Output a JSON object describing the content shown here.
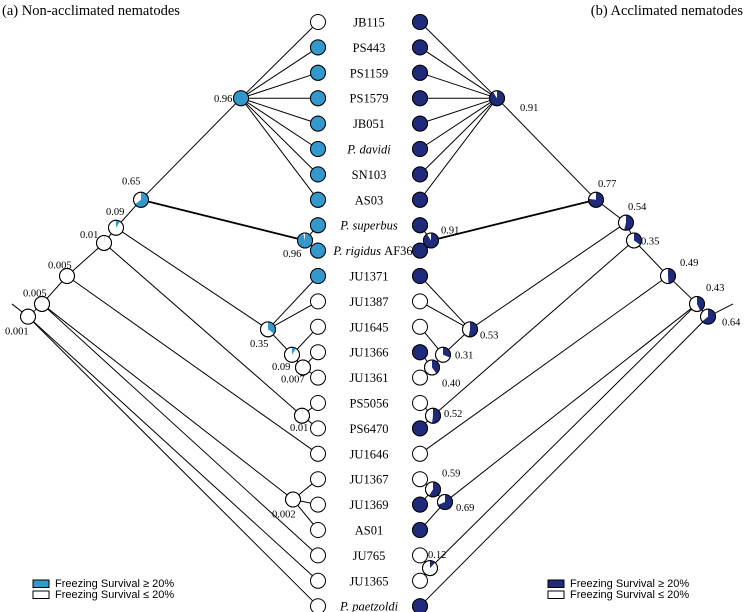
{
  "titles": {
    "left": "(a) Non-acclimated nematodes",
    "right": "(b) Acclimated nematodes"
  },
  "colors": {
    "non_acclimated": "#3399cc",
    "acclimated": "#1f2a7a",
    "empty": "#ffffff",
    "line": "#000000"
  },
  "taxa": [
    {
      "label": "JB115",
      "italic": false,
      "left": 0,
      "right": 1
    },
    {
      "label": "PS443",
      "italic": false,
      "left": 1,
      "right": 1
    },
    {
      "label": "PS1159",
      "italic": false,
      "left": 1,
      "right": 1
    },
    {
      "label": "PS1579",
      "italic": false,
      "left": 1,
      "right": 1
    },
    {
      "label": "JB051",
      "italic": false,
      "left": 1,
      "right": 1
    },
    {
      "label": "P. davidi",
      "italic": true,
      "left": 1,
      "right": 1
    },
    {
      "label": "SN103",
      "italic": false,
      "left": 1,
      "right": 1
    },
    {
      "label": "AS03",
      "italic": false,
      "left": 1,
      "right": 1
    },
    {
      "label": "P. superbus",
      "italic": true,
      "left": 1,
      "right": 1
    },
    {
      "label": "P. rigidus",
      "suffix": "AF36",
      "italic": true,
      "left": 1,
      "right": 1
    },
    {
      "label": "JU1371",
      "italic": false,
      "left": 1,
      "right": 1
    },
    {
      "label": "JU1387",
      "italic": false,
      "left": 0,
      "right": 0
    },
    {
      "label": "JU1645",
      "italic": false,
      "left": 0,
      "right": 0
    },
    {
      "label": "JU1366",
      "italic": false,
      "left": 0,
      "right": 1
    },
    {
      "label": "JU1361",
      "italic": false,
      "left": 0,
      "right": 0
    },
    {
      "label": "PS5056",
      "italic": false,
      "left": 0,
      "right": 0
    },
    {
      "label": "PS6470",
      "italic": false,
      "left": 0,
      "right": 1
    },
    {
      "label": "JU1646",
      "italic": false,
      "left": 0,
      "right": 0
    },
    {
      "label": "JU1367",
      "italic": false,
      "left": 0,
      "right": 0
    },
    {
      "label": "JU1369",
      "italic": false,
      "left": 0,
      "right": 1
    },
    {
      "label": "AS01",
      "italic": false,
      "left": 0,
      "right": 1
    },
    {
      "label": "JU765",
      "italic": false,
      "left": 0,
      "right": 0
    },
    {
      "label": "JU1365",
      "italic": false,
      "left": 0,
      "right": 0
    },
    {
      "label": "P. paetzoldi",
      "italic": true,
      "left": 0,
      "right": 1
    }
  ],
  "left_nodes": [
    {
      "id": "n096",
      "value": "0.96",
      "p": 1.0,
      "members": [
        "PS443",
        "PS1159",
        "PS1579",
        "JB051",
        "P. davidi",
        "SN103",
        "AS03"
      ]
    },
    {
      "id": "n096b",
      "value": "0.96",
      "p": 0.96,
      "members": [
        "P. superbus",
        "P. rigidus"
      ]
    },
    {
      "id": "n065",
      "value": "0.65",
      "p": 0.65
    },
    {
      "id": "n009",
      "value": "0.09",
      "p": 0.09
    },
    {
      "id": "n001",
      "value": "0.01",
      "p": 0.01
    },
    {
      "id": "n0005a",
      "value": "0.005",
      "p": 0.005
    },
    {
      "id": "n0005b",
      "value": "0.005",
      "p": 0.005
    },
    {
      "id": "n0001",
      "value": "0.001",
      "p": 0.001
    },
    {
      "id": "n035",
      "value": "0.35",
      "p": 0.35
    },
    {
      "id": "n009b",
      "value": "0.09",
      "p": 0.09
    },
    {
      "id": "n0007",
      "value": "0.007",
      "p": 0.007
    },
    {
      "id": "n001b",
      "value": "0.01",
      "p": 0.01
    },
    {
      "id": "n0002",
      "value": "0.002",
      "p": 0.002
    }
  ],
  "right_nodes": [
    {
      "id": "r091",
      "value": "0.91",
      "p": 0.91
    },
    {
      "id": "r077",
      "value": "0.77",
      "p": 0.77
    },
    {
      "id": "r091b",
      "value": "0.91",
      "p": 0.91
    },
    {
      "id": "r054",
      "value": "0.54",
      "p": 0.54
    },
    {
      "id": "r035",
      "value": "0.35",
      "p": 0.35
    },
    {
      "id": "r049",
      "value": "0.49",
      "p": 0.49
    },
    {
      "id": "r043",
      "value": "0.43",
      "p": 0.43
    },
    {
      "id": "r064",
      "value": "0.64",
      "p": 0.64
    },
    {
      "id": "r053",
      "value": "0.53",
      "p": 0.53
    },
    {
      "id": "r031",
      "value": "0.31",
      "p": 0.31
    },
    {
      "id": "r040",
      "value": "0.40",
      "p": 0.4
    },
    {
      "id": "r052",
      "value": "0.52",
      "p": 0.52
    },
    {
      "id": "r059",
      "value": "0.59",
      "p": 0.59
    },
    {
      "id": "r069",
      "value": "0.69",
      "p": 0.69
    },
    {
      "id": "r012",
      "value": "0.12",
      "p": 0.12
    }
  ],
  "legend": {
    "left": [
      {
        "label": "Freezing Survival ≥ 20%",
        "filled": true
      },
      {
        "label": "Freezing Survival ≤ 20%",
        "filled": false
      }
    ],
    "right": [
      {
        "label": "Freezing Survival ≥ 20%",
        "filled": true
      },
      {
        "label": "Freezing Survival ≤ 20%",
        "filled": false
      }
    ]
  }
}
